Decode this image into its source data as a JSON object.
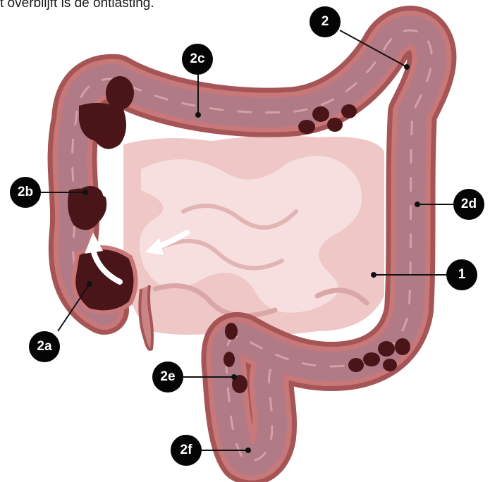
{
  "caption": "t overblijft is de ontlasting.",
  "labels": {
    "l1": "1",
    "l2": "2",
    "l2a": "2a",
    "l2b": "2b",
    "l2c": "2c",
    "l2d": "2d",
    "l2e": "2e",
    "l2f": "2f"
  },
  "colors": {
    "colon_outer": "#a65557",
    "colon_edge": "#c9787a",
    "colon_inner": "#b07a86",
    "colon_highlight": "#e7b2b4",
    "small_intestine": "#eec7c6",
    "small_intestine_light": "#f7e3e2",
    "stool": "#4a1518",
    "arrow": "#ffffff",
    "label_bg": "#050505"
  }
}
